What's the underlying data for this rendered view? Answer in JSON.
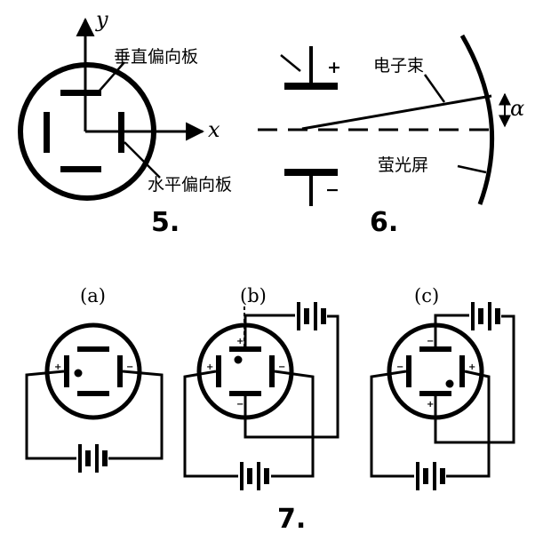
{
  "fig5": {
    "axis_y": "y",
    "axis_x": "x",
    "label_vertical_plates": "垂直偏向板",
    "label_horizontal_plates": "水平偏向板",
    "number": "5."
  },
  "fig6": {
    "label_electron_beam": "电子束",
    "label_screen": "萤光屏",
    "angle_label": "α",
    "plus": "+",
    "minus": "−",
    "number": "6."
  },
  "fig7": {
    "sub_a": "(a)",
    "sub_b": "(b)",
    "sub_c": "(c)",
    "number": "7.",
    "plus": "+",
    "minus": "−"
  }
}
